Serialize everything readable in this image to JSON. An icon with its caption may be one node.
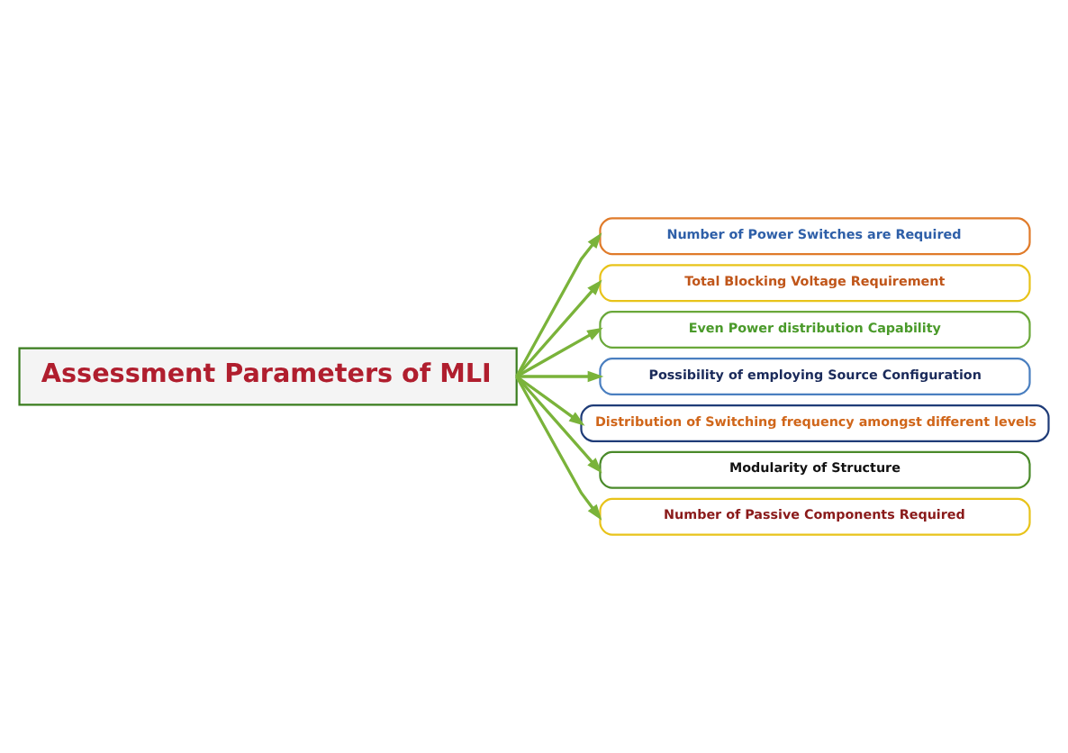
{
  "diagram": {
    "nodes": [
      {
        "text": [
          "Assessment Parameters of MLI"
        ]
      },
      {
        "text": [
          "Number of Power Switches are Required"
        ]
      },
      {
        "text": [
          "Total Blocking Voltage Requirement"
        ]
      },
      {
        "text": [
          "Even Power distribution Capability"
        ]
      },
      {
        "text": [
          "Possibility of employing Source Configuration"
        ]
      },
      {
        "text": [
          "Distribution of Switching frequency amongst different levels"
        ]
      },
      {
        "text": [
          "Modularity of Structure"
        ]
      },
      {
        "text": [
          "Number of Passive Components Required"
        ]
      }
    ],
    "edges": [
      {
        "from": 0,
        "to": 1,
        "arrow": "to"
      },
      {
        "from": 0,
        "to": 2,
        "arrow": "to"
      },
      {
        "from": 0,
        "to": 3,
        "arrow": "to"
      },
      {
        "from": 0,
        "to": 4,
        "arrow": "to"
      },
      {
        "from": 0,
        "to": 5,
        "arrow": "to"
      },
      {
        "from": 0,
        "to": 6,
        "arrow": "to"
      },
      {
        "from": 0,
        "to": 7,
        "arrow": "to"
      }
    ]
  }
}
